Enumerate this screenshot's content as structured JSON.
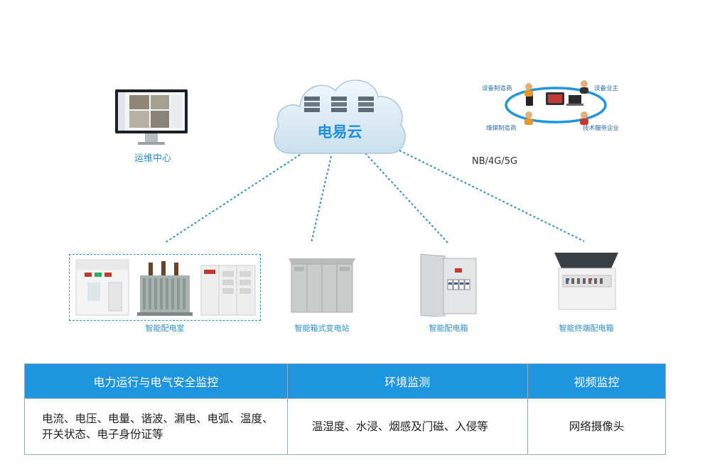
{
  "cloud": {
    "label": "电易云"
  },
  "ops_center": {
    "label": "运维中心"
  },
  "ecosystem": {
    "labels": {
      "manufacturer": "设备制造商",
      "owner": "设备业主",
      "maintenance": "维保制造商",
      "tech_service": "技术服务企业"
    }
  },
  "network": {
    "label": "NB/4G/5G"
  },
  "devices": [
    {
      "label": "智能配电室"
    },
    {
      "label": "智能箱式变电站"
    },
    {
      "label": "智能配电箱"
    },
    {
      "label": "智能终端配电箱"
    }
  ],
  "table": {
    "headers": [
      "电力运行与电气安全监控",
      "环境监测",
      "视频监控"
    ],
    "row": [
      "电流、电压、电量、谐波、漏电、电弧、温度、开关状态、电子身份证等",
      "温湿度、水浸、烟感及门磁、入侵等",
      "网络摄像头"
    ]
  },
  "colors": {
    "accent": "#1e95df",
    "link_line": "#2a8fd6"
  }
}
